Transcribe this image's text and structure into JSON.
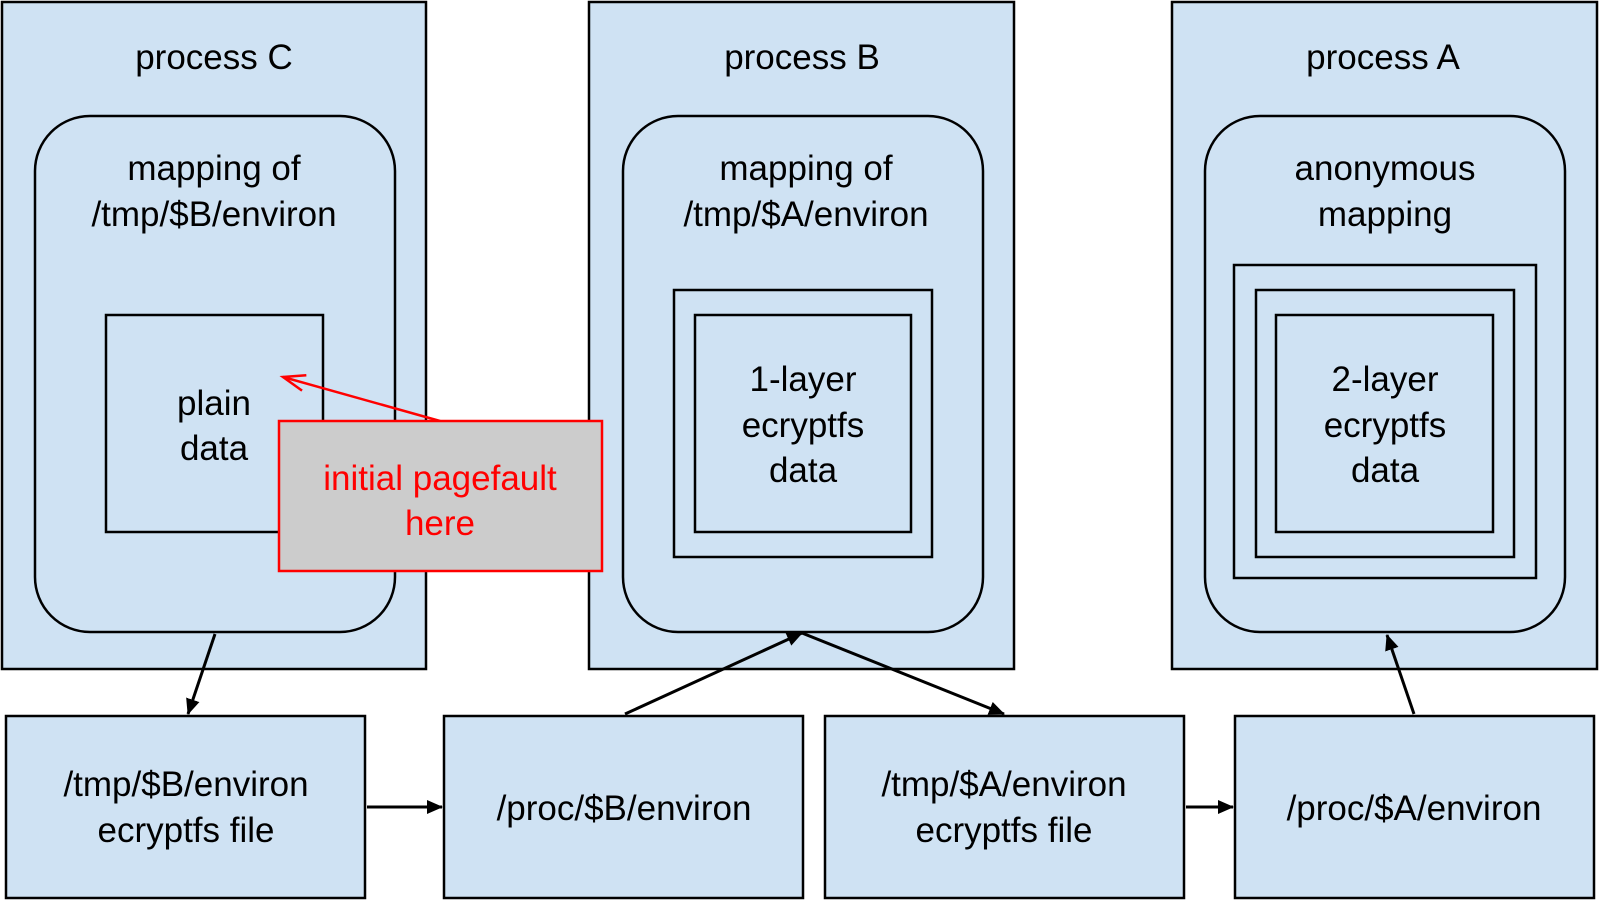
{
  "processes": [
    {
      "id": "C",
      "title": "process C",
      "mapping_lines": [
        "mapping of",
        "/tmp/$B/environ"
      ],
      "data_lines": [
        "plain",
        "data"
      ],
      "layers": 0
    },
    {
      "id": "B",
      "title": "process B",
      "mapping_lines": [
        "mapping of",
        "/tmp/$A/environ"
      ],
      "data_lines": [
        "1-layer",
        "ecryptfs",
        "data"
      ],
      "layers": 1
    },
    {
      "id": "A",
      "title": "process A",
      "mapping_lines": [
        "anonymous",
        "mapping"
      ],
      "data_lines": [
        "2-layer",
        "ecryptfs",
        "data"
      ],
      "layers": 2
    }
  ],
  "files": [
    {
      "id": "tmp-b",
      "lines": [
        "/tmp/$B/environ",
        "ecryptfs file"
      ]
    },
    {
      "id": "proc-b",
      "lines": [
        "/proc/$B/environ"
      ]
    },
    {
      "id": "tmp-a",
      "lines": [
        "/tmp/$A/environ",
        "ecryptfs file"
      ]
    },
    {
      "id": "proc-a",
      "lines": [
        "/proc/$A/environ"
      ]
    }
  ],
  "annotation": {
    "lines": [
      "initial pagefault",
      "here"
    ],
    "color": "#ff0000",
    "fill": "#cccccc"
  },
  "edges": [
    {
      "from": "process C mapping",
      "to": "/tmp/$B/environ ecryptfs file"
    },
    {
      "from": "/tmp/$B/environ ecryptfs file",
      "to": "/proc/$B/environ"
    },
    {
      "from": "/proc/$B/environ",
      "to": "process B mapping"
    },
    {
      "from": "process B mapping",
      "to": "/tmp/$A/environ ecryptfs file"
    },
    {
      "from": "/tmp/$A/environ ecryptfs file",
      "to": "/proc/$A/environ"
    },
    {
      "from": "/proc/$A/environ",
      "to": "process A mapping"
    },
    {
      "from": "initial pagefault here",
      "to": "plain data"
    }
  ],
  "colors": {
    "box_fill": "#cfe2f3",
    "stroke": "#000000"
  }
}
